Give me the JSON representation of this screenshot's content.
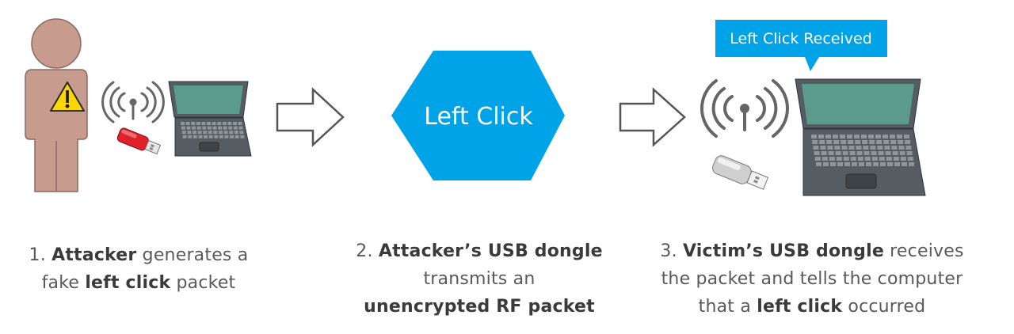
{
  "hexagon": {
    "label": "Left Click",
    "color": "#00a2e8"
  },
  "callout": {
    "label": "Left Click Received",
    "color": "#00a2e8"
  },
  "colors": {
    "attacker_body": "#c79b8d",
    "warning": "#ffd700",
    "attacker_dongle": "#e0202a",
    "victim_dongle": "#cfcfcf",
    "laptop_screen": "#5b9b8c",
    "laptop_body": "#555d63"
  },
  "icons": [
    "person-icon",
    "warning-icon",
    "wireless-signal-icon",
    "usb-dongle-icon",
    "laptop-icon",
    "right-arrow-icon"
  ],
  "steps": [
    {
      "number": "1.",
      "lines": [
        [
          {
            "t": "Attacker",
            "b": true
          },
          {
            "t": " generates a",
            "b": false
          }
        ],
        [
          {
            "t": "fake ",
            "b": false
          },
          {
            "t": "left click",
            "b": true
          },
          {
            "t": " packet",
            "b": false
          }
        ]
      ]
    },
    {
      "number": "2.",
      "lines": [
        [
          {
            "t": "Attacker’s USB dongle",
            "b": true
          }
        ],
        [
          {
            "t": "transmits an",
            "b": false
          }
        ],
        [
          {
            "t": "unencrypted RF packet",
            "b": true
          }
        ]
      ]
    },
    {
      "number": "3.",
      "lines": [
        [
          {
            "t": "Victim’s USB dongle",
            "b": true
          },
          {
            "t": " receives",
            "b": false
          }
        ],
        [
          {
            "t": "the packet and tells the computer",
            "b": false
          }
        ],
        [
          {
            "t": "that a ",
            "b": false
          },
          {
            "t": "left click",
            "b": true
          },
          {
            "t": " occurred",
            "b": false
          }
        ]
      ]
    }
  ]
}
